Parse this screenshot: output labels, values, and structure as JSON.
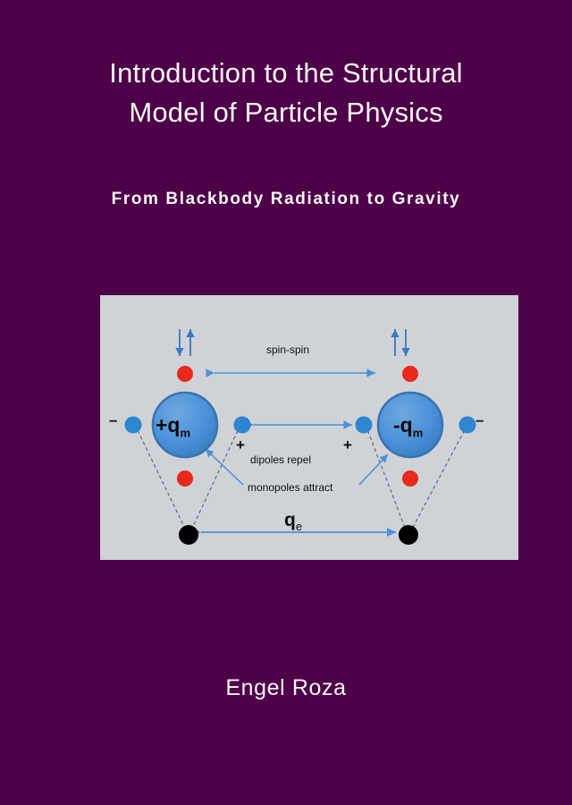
{
  "cover": {
    "background_color": "#4d0047",
    "text_color": "#fdf6fb"
  },
  "title": {
    "line1": "Introduction to the Structural",
    "line2": "Model of Particle Physics"
  },
  "subtitle": {
    "text": "From Blackbody Radiation to Gravity"
  },
  "author": {
    "name": "Engel Roza"
  },
  "figure": {
    "panel_color": "#cfd2d6",
    "accent_color": "#4a90d9",
    "monopole_color": "#e8291c",
    "charge_color": "#000000",
    "left_sphere_label": "+q",
    "left_sphere_subscript": "m",
    "right_sphere_label": "-q",
    "right_sphere_subscript": "m",
    "labels": {
      "spin_spin": "spin-spin",
      "dipoles_repel": "dipoles repel",
      "monopoles_attract": "monopoles attract",
      "qe": "q",
      "qe_subscript": "e"
    },
    "signs": {
      "minus_left": "–",
      "minus_right": "–",
      "plus_left": "+",
      "plus_right": "+"
    }
  }
}
